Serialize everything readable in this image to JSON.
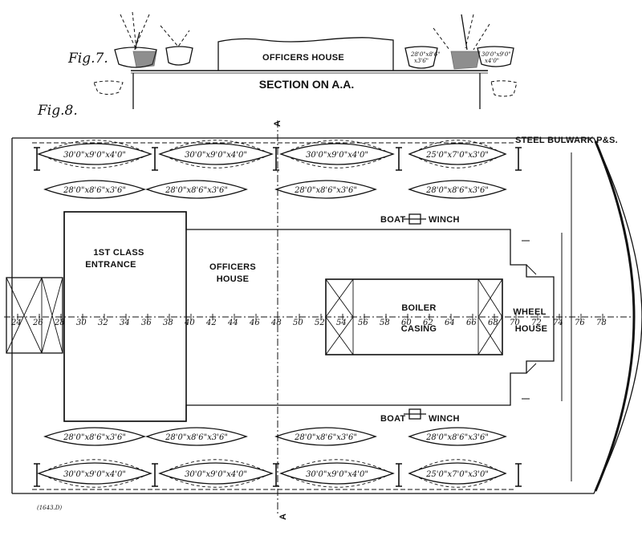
{
  "figures": {
    "fig7": "Fig.7.",
    "fig8": "Fig.8."
  },
  "section": {
    "officers_house": "OFFICERS HOUSE",
    "title": "SECTION ON A.A.",
    "boat_left": "",
    "boat_right_top": "28'0\"x8'6\"",
    "boat_right_bottom": "x3'6\"",
    "boat_right2_top": "30'0\"x9'0\"",
    "boat_right2_bottom": "x4'0\""
  },
  "plan": {
    "steel_bulwark": "STEEL BULWARK P&S.",
    "boat_winch_top": "BOAT",
    "boat_winch_top2": "WINCH",
    "boat_winch_bottom": "BOAT",
    "boat_winch_bottom2": "WINCH",
    "first_class_1": "1ST CLASS",
    "first_class_2": "ENTRANCE",
    "officers_1": "OFFICERS",
    "officers_2": "HOUSE",
    "boiler_1": "BOILER",
    "boiler_2": "CASING",
    "wheel_1": "WHEEL",
    "wheel_2": "HOUSE",
    "section_mark_top": "A",
    "section_mark_bottom": "A",
    "ref_code": "(1643.D)"
  },
  "frames": [
    "24",
    "26",
    "28",
    "30",
    "32",
    "34",
    "36",
    "38",
    "40",
    "42",
    "44",
    "46",
    "48",
    "50",
    "52",
    "54",
    "56",
    "58",
    "60",
    "62",
    "64",
    "66",
    "68",
    "70",
    "72",
    "74",
    "76",
    "78"
  ],
  "boats": {
    "outer_top": [
      "30'0\"x9'0\"x4'0\"",
      "30'0\"x9'0\"x4'0\"",
      "30'0\"x9'0\"x4'0\"",
      "25'0\"x7'0\"x3'0\""
    ],
    "inner_top": [
      "28'0\"x8'6\"x3'6\"",
      "28'0\"x8'6\"x3'6\"",
      "28'0\"x8'6\"x3'6\"",
      "28'0\"x8'6\"x3'6\""
    ],
    "inner_bottom": [
      "28'0\"x8'6\"x3'6\"",
      "28'0\"x8'6\"x3'6\"",
      "28'0\"x8'6\"x3'6\"",
      "28'0\"x8'6\"x3'6\""
    ],
    "outer_bottom": [
      "30'0\"x9'0\"x4'0\"",
      "30'0\"x9'0\"x4'0\"",
      "30'0\"x9'0\"x4'0\"",
      "25'0\"x7'0\"x3'0\""
    ]
  }
}
